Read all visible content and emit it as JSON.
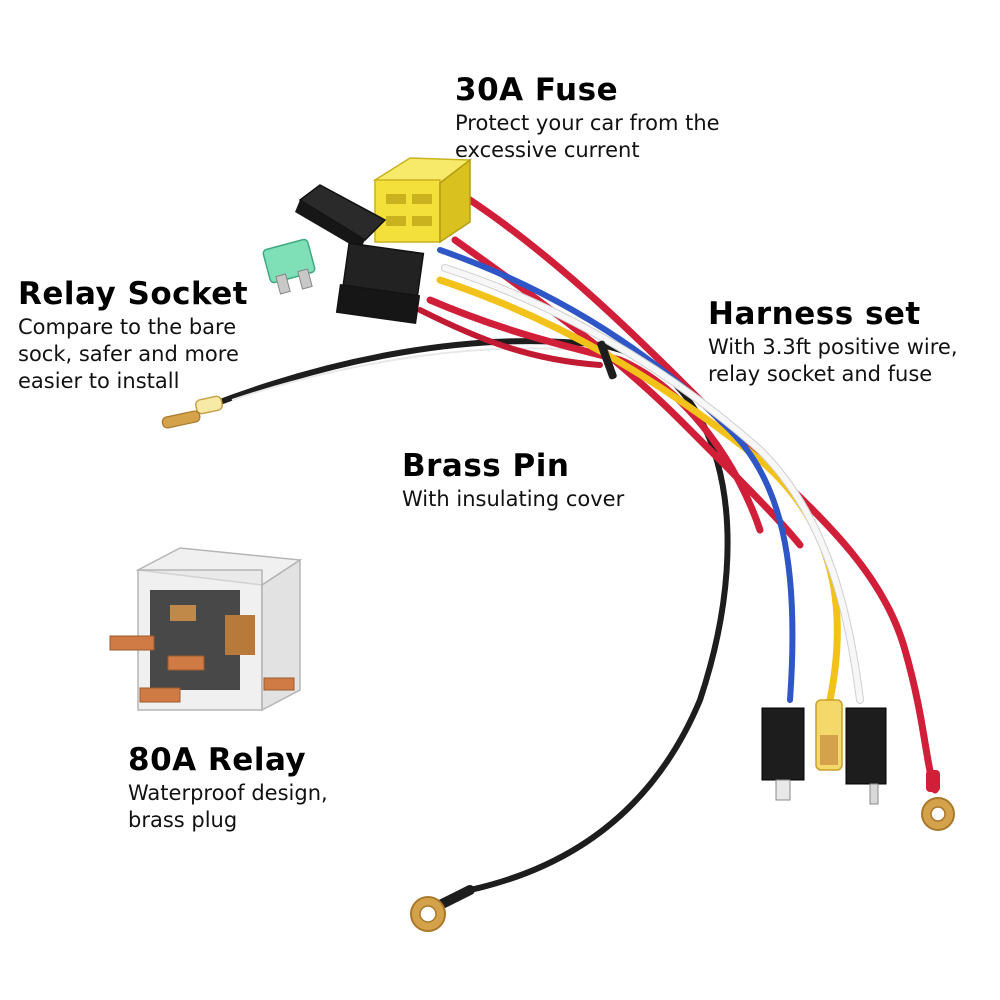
{
  "callouts": {
    "fuse": {
      "title": "30A Fuse",
      "body": "Protect your car from the\nexcessive current"
    },
    "relay_socket": {
      "title": "Relay Socket",
      "body": "Compare to the bare\nsock,  safer and more\neasier to install"
    },
    "harness": {
      "title": "Harness set",
      "body": "With 3.3ft positive wire,\nrelay socket and fuse"
    },
    "brass_pin": {
      "title": "Brass Pin",
      "body": "With insulating cover"
    },
    "relay": {
      "title": "80A Relay",
      "body": "Waterproof design,\nbrass plug"
    }
  },
  "colors": {
    "wire_red": "#d11f3a",
    "wire_yellow": "#f2c21a",
    "wire_blue": "#2f56c6",
    "wire_white": "#f4f4f4",
    "wire_black": "#1d1d1d",
    "socket_yellow": "#f3e03a",
    "fuse_green": "#7fe0b8",
    "brass": "#d4a24a"
  }
}
